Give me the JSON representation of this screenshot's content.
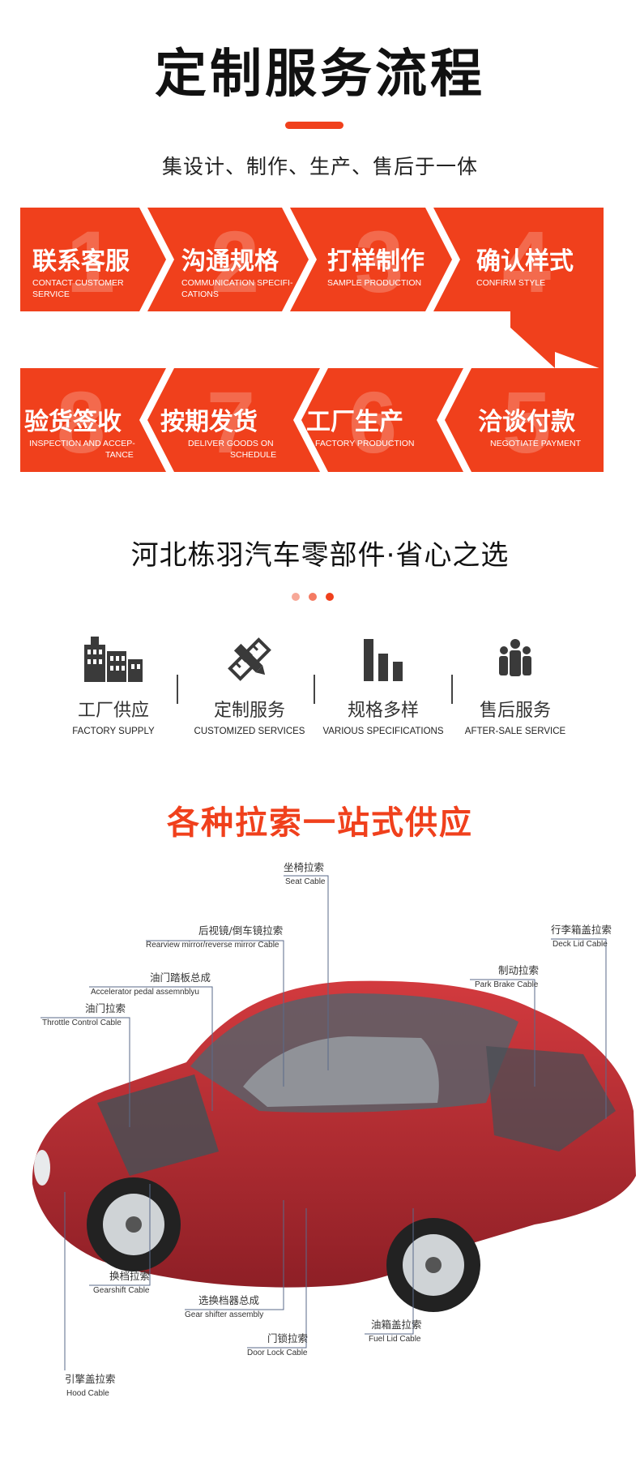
{
  "header": {
    "title": "定制服务流程",
    "subtitle": "集设计、制作、生产、售后于一体"
  },
  "process": {
    "accent_color": "#f0401c",
    "steps": [
      {
        "num": "1",
        "cn": "联系客服",
        "en1": "CONTACT CUSTOMER",
        "en2": "SERVICE"
      },
      {
        "num": "2",
        "cn": "沟通规格",
        "en1": "COMMUNICATION SPECIFI-",
        "en2": "CATIONS"
      },
      {
        "num": "3",
        "cn": "打样制作",
        "en1": "SAMPLE PRODUCTION",
        "en2": ""
      },
      {
        "num": "4",
        "cn": "确认样式",
        "en1": "CONFIRM STYLE",
        "en2": ""
      },
      {
        "num": "5",
        "cn": "洽谈付款",
        "en1": "NEGOTIATE PAYMENT",
        "en2": ""
      },
      {
        "num": "6",
        "cn": "工厂生产",
        "en1": "FACTORY PRODUCTION",
        "en2": ""
      },
      {
        "num": "7",
        "cn": "按期发货",
        "en1": "DELIVER GOODS ON",
        "en2": "SCHEDULE"
      },
      {
        "num": "8",
        "cn": "验货签收",
        "en1": "INSPECTION AND ACCEP-",
        "en2": "TANCE"
      }
    ]
  },
  "slogan": "河北栋羽汽车零部件·省心之选",
  "features": [
    {
      "icon": "factory-icon",
      "cn": "工厂供应",
      "en": "FACTORY SUPPLY"
    },
    {
      "icon": "pencil-ruler-icon",
      "cn": "定制服务",
      "en": "CUSTOMIZED SERVICES"
    },
    {
      "icon": "bar-chart-icon",
      "cn": "规格多样",
      "en": "VARIOUS SPECIFICATIONS"
    },
    {
      "icon": "people-icon",
      "cn": "售后服务",
      "en": "AFTER-SALE SERVICE"
    }
  ],
  "cables_section": {
    "title": "各种拉索一站式供应",
    "labels": [
      {
        "cn": "坐椅拉索",
        "en": "Seat Cable"
      },
      {
        "cn": "后视镜/倒车镜拉索",
        "en": "Rearview mirror/reverse mirror Cable"
      },
      {
        "cn": "油门踏板总成",
        "en": "Accelerator pedal assemnblyu"
      },
      {
        "cn": "油门拉索",
        "en": "Throttle Control Cable"
      },
      {
        "cn": "行李箱盖拉索",
        "en": "Deck Lid Cable"
      },
      {
        "cn": "制动拉索",
        "en": "Park Brake Cable"
      },
      {
        "cn": "换档拉索",
        "en": "Gearshift Cable"
      },
      {
        "cn": "选换档器总成",
        "en": "Gear shifter assembly"
      },
      {
        "cn": "门锁拉索",
        "en": "Door Lock Cable"
      },
      {
        "cn": "油箱盖拉索",
        "en": "Fuel Lid Cable"
      },
      {
        "cn": "引擎盖拉索",
        "en": "Hood Cable"
      }
    ]
  }
}
